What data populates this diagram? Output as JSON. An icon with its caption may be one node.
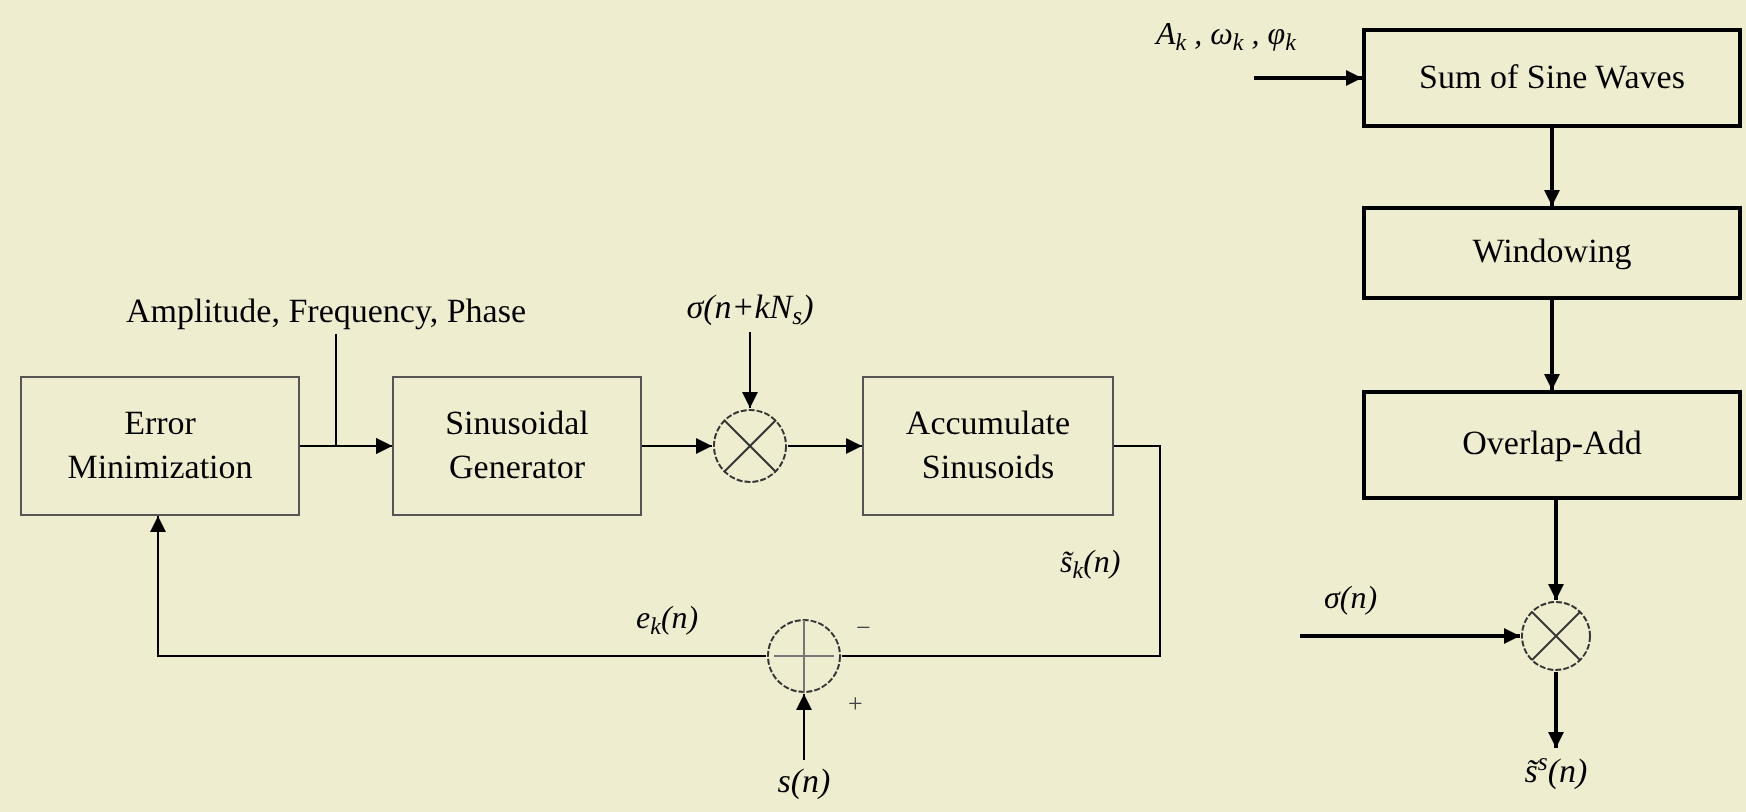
{
  "diagram": {
    "nodes": [
      {
        "text": [
          "Error Minimization"
        ]
      },
      {
        "text": [
          "Sinusoidal Generator"
        ]
      },
      {
        "text": [],
        "shape": "circle"
      },
      {
        "text": [
          "Accumulate Sinusoids"
        ]
      },
      {
        "text": [],
        "shape": "circle",
        "beside": [
          "−",
          "+"
        ]
      },
      {
        "text": [
          "Amplitude, Frequency, Phase"
        ]
      },
      {
        "text": [
          "σ(n+kN$_{s}$)"
        ]
      },
      {
        "text": [
          "s(n)"
        ]
      },
      {
        "text": [
          "Sum of Sine Waves"
        ]
      },
      {
        "text": [
          "Windowing"
        ]
      },
      {
        "text": [
          "Overlap-Add"
        ]
      },
      {
        "text": [],
        "shape": "circle"
      },
      {
        "text": [
          "s̃$^{s}$(n)"
        ]
      }
    ],
    "edges": [
      {
        "from": 0,
        "to": 1,
        "arrow": "to"
      },
      {
        "from": 5,
        "to": 1,
        "arrow": "to"
      },
      {
        "from": 1,
        "to": 2,
        "arrow": "to"
      },
      {
        "from": 6,
        "to": 2,
        "arrow": "to"
      },
      {
        "from": 2,
        "to": 3,
        "arrow": "to"
      },
      {
        "from": 3,
        "to": 4,
        "arrow": "none",
        "label": "s̃$_{k}$(n)"
      },
      {
        "from": 7,
        "to": 4,
        "arrow": "to"
      },
      {
        "from": 4,
        "to": 0,
        "arrow": "to",
        "label": "e$_{k}$(n)"
      },
      {
        "from": null,
        "to": 8,
        "arrow": "to",
        "label": "A$_{k}$ , ω$_{k}$ , φ$_{k}$"
      },
      {
        "from": 8,
        "to": 9,
        "arrow": "to"
      },
      {
        "from": 9,
        "to": 10,
        "arrow": "to"
      },
      {
        "from": 10,
        "to": 11,
        "arrow": "to"
      },
      {
        "from": null,
        "to": 11,
        "arrow": "to",
        "label": "σ(n)"
      },
      {
        "from": 11,
        "to": 12,
        "arrow": "to"
      }
    ]
  }
}
